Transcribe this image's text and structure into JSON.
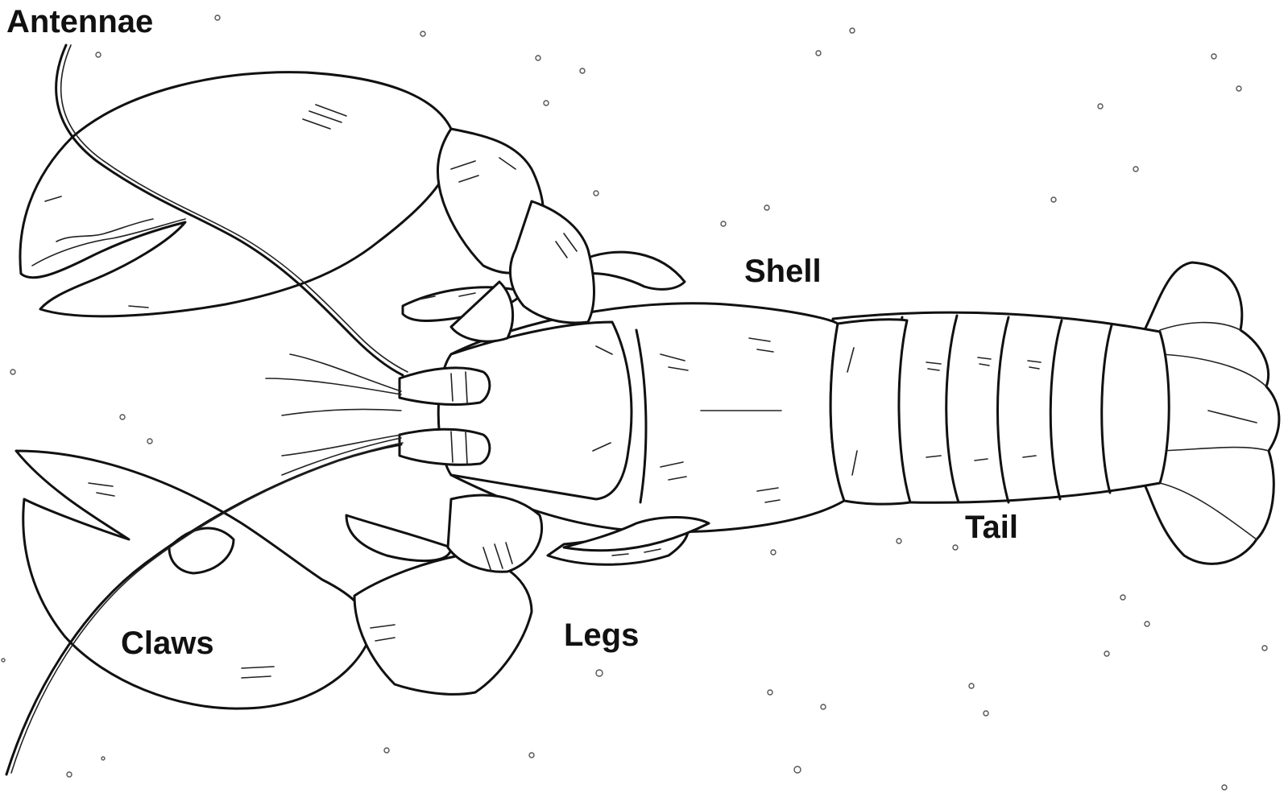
{
  "diagram": {
    "subject": "lobster",
    "labels": {
      "antennae": "Antennae",
      "shell": "Shell",
      "tail": "Tail",
      "claws": "Claws",
      "legs": "Legs"
    }
  }
}
